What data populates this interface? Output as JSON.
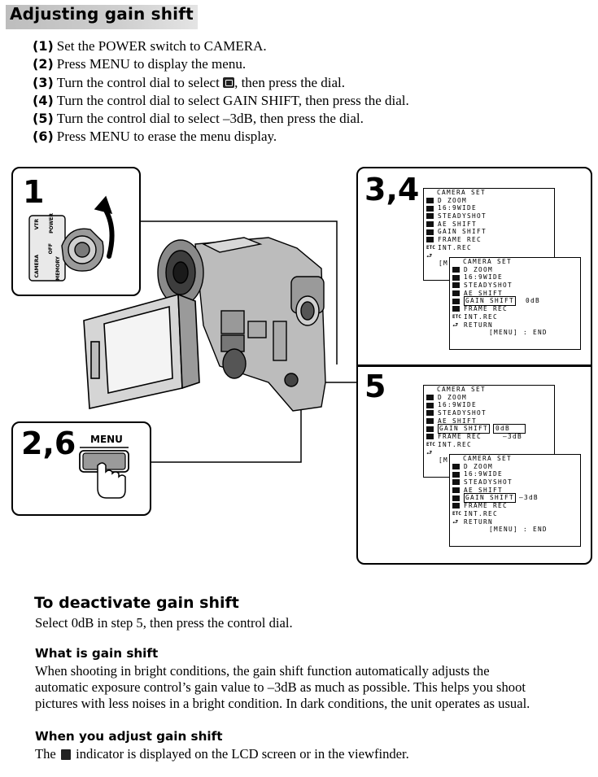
{
  "title": "Adjusting gain shift",
  "steps": [
    {
      "num": "(1)",
      "text": "Set the POWER switch to CAMERA."
    },
    {
      "num": "(2)",
      "text": "Press MENU to display the menu."
    },
    {
      "num": "(3)",
      "text_before": "Turn the control dial to select",
      "text_after": ", then press the dial.",
      "icon": "camera-set-menu-icon"
    },
    {
      "num": "(4)",
      "text": "Turn the control dial to select GAIN SHIFT, then press the dial."
    },
    {
      "num": "(5)",
      "text": "Turn the control dial to select –3dB, then press the dial."
    },
    {
      "num": "(6)",
      "text": "Press MENU to erase the menu display."
    }
  ],
  "figure": {
    "step1": {
      "label": "1",
      "switch_labels": [
        "POWER",
        "VTR",
        "OFF",
        "CAMERA",
        "MEMORY"
      ]
    },
    "step26": {
      "label": "2,6",
      "button_label": "MENU"
    },
    "step34": {
      "label": "3,4",
      "menu_a": {
        "header": "CAMERA SET",
        "items": [
          "D ZOOM",
          "16:9WIDE",
          "STEADYSHOT",
          "AE SHIFT",
          "GAIN SHIFT",
          "FRAME REC",
          "INT.REC"
        ],
        "peek": "[M"
      },
      "menu_b": {
        "header": "CAMERA SET",
        "items": [
          "D ZOOM",
          "16:9WIDE",
          "STEADYSHOT",
          "AE SHIFT",
          "GAIN SHIFT",
          "FRAME REC",
          "INT.REC",
          "RETURN"
        ],
        "value": "0dB",
        "footer": "[MENU] : END"
      }
    },
    "step5": {
      "label": "5",
      "menu_a": {
        "header": "CAMERA SET",
        "items": [
          "D ZOOM",
          "16:9WIDE",
          "STEADYSHOT",
          "AE SHIFT",
          "GAIN SHIFT",
          "FRAME REC",
          "INT.REC"
        ],
        "value": "0dB",
        "value2": "–3dB",
        "peek": "[M"
      },
      "menu_b": {
        "header": "CAMERA SET",
        "items": [
          "D ZOOM",
          "16:9WIDE",
          "STEADYSHOT",
          "AE SHIFT",
          "GAIN SHIFT",
          "FRAME REC",
          "INT.REC",
          "RETURN"
        ],
        "value": "–3dB",
        "footer": "[MENU] : END"
      }
    }
  },
  "deactivate": {
    "heading": "To deactivate gain shift",
    "body": "Select 0dB in step 5, then press the control dial."
  },
  "what_is": {
    "heading": "What is gain shift",
    "lines": [
      "When shooting in bright conditions, the gain shift function automatically adjusts the",
      "automatic exposure control’s gain value to –3dB as much as possible. This helps you shoot",
      "pictures with less noises in a bright condition. In dark conditions, the unit operates as usual."
    ]
  },
  "when_adjust": {
    "heading": "When you adjust gain shift",
    "before": "The",
    "after": "indicator is displayed on the LCD screen or in the viewfinder.",
    "icon": "gain-shift-indicator-icon"
  }
}
